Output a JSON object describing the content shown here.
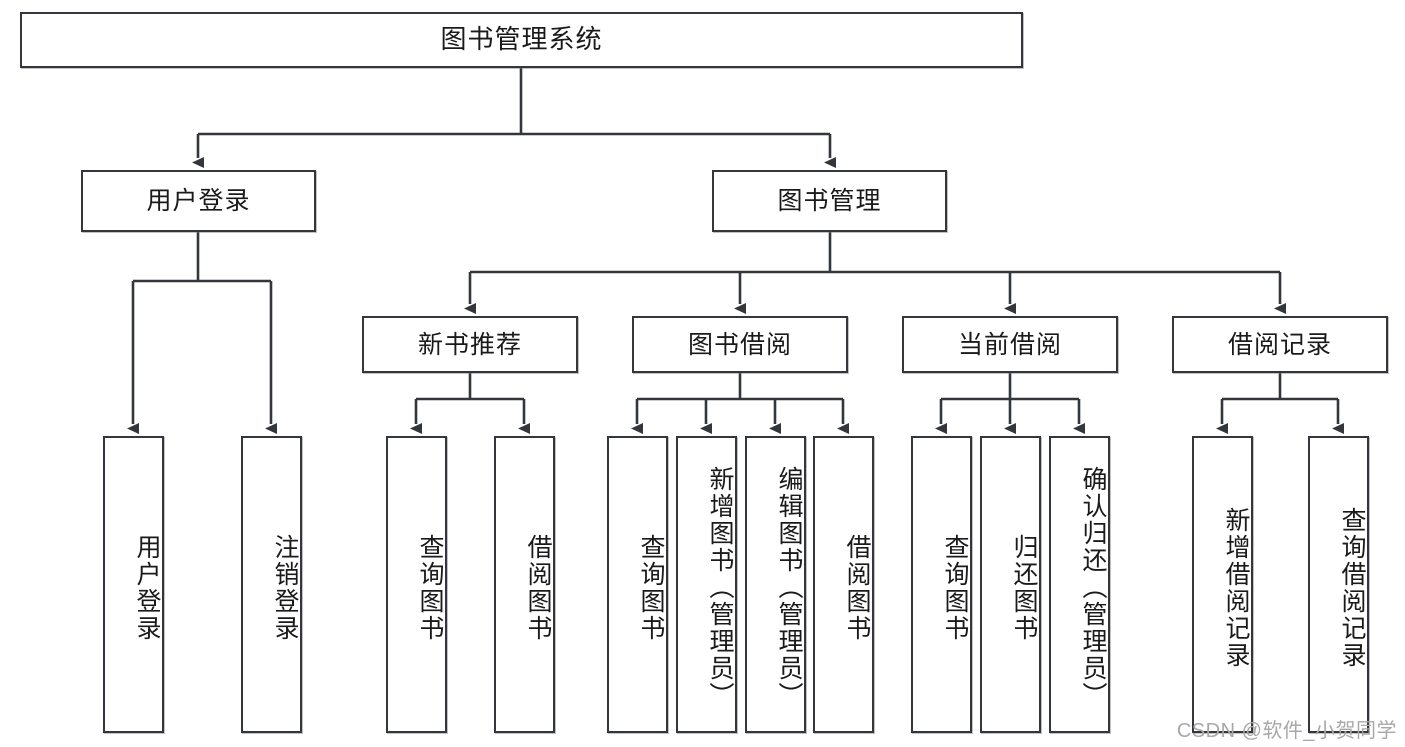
{
  "diagram": {
    "title": "图书管理系统",
    "type": "tree-hierarchy",
    "root": {
      "label": "图书管理系统"
    },
    "level2": [
      {
        "label": "用户登录"
      },
      {
        "label": "图书管理"
      }
    ],
    "level3": [
      {
        "label": "新书推荐"
      },
      {
        "label": "图书借阅"
      },
      {
        "label": "当前借阅"
      },
      {
        "label": "借阅记录"
      }
    ],
    "leaves": {
      "user_login": [
        {
          "label": "用户登录"
        },
        {
          "label": "注销登录"
        }
      ],
      "new_book_recommend": [
        {
          "label": "查询图书"
        },
        {
          "label": "借阅图书"
        }
      ],
      "book_borrow": [
        {
          "label": "查询图书"
        },
        {
          "label": "新增图书（管理员）"
        },
        {
          "label": "编辑图书（管理员）"
        },
        {
          "label": "借阅图书"
        }
      ],
      "current_borrow": [
        {
          "label": "查询图书"
        },
        {
          "label": "归还图书"
        },
        {
          "label": "确认归还（管理员）"
        }
      ],
      "borrow_record": [
        {
          "label": "新增借阅记录"
        },
        {
          "label": "查询借阅记录"
        }
      ]
    }
  },
  "watermark": {
    "text": "CSDN @软件_小贺同学"
  },
  "colors": {
    "box_border": "#33373b",
    "box_fill": "#ffffff",
    "line": "#33373b",
    "text": "#1a1a1a",
    "watermark": "#a8a8a8"
  }
}
